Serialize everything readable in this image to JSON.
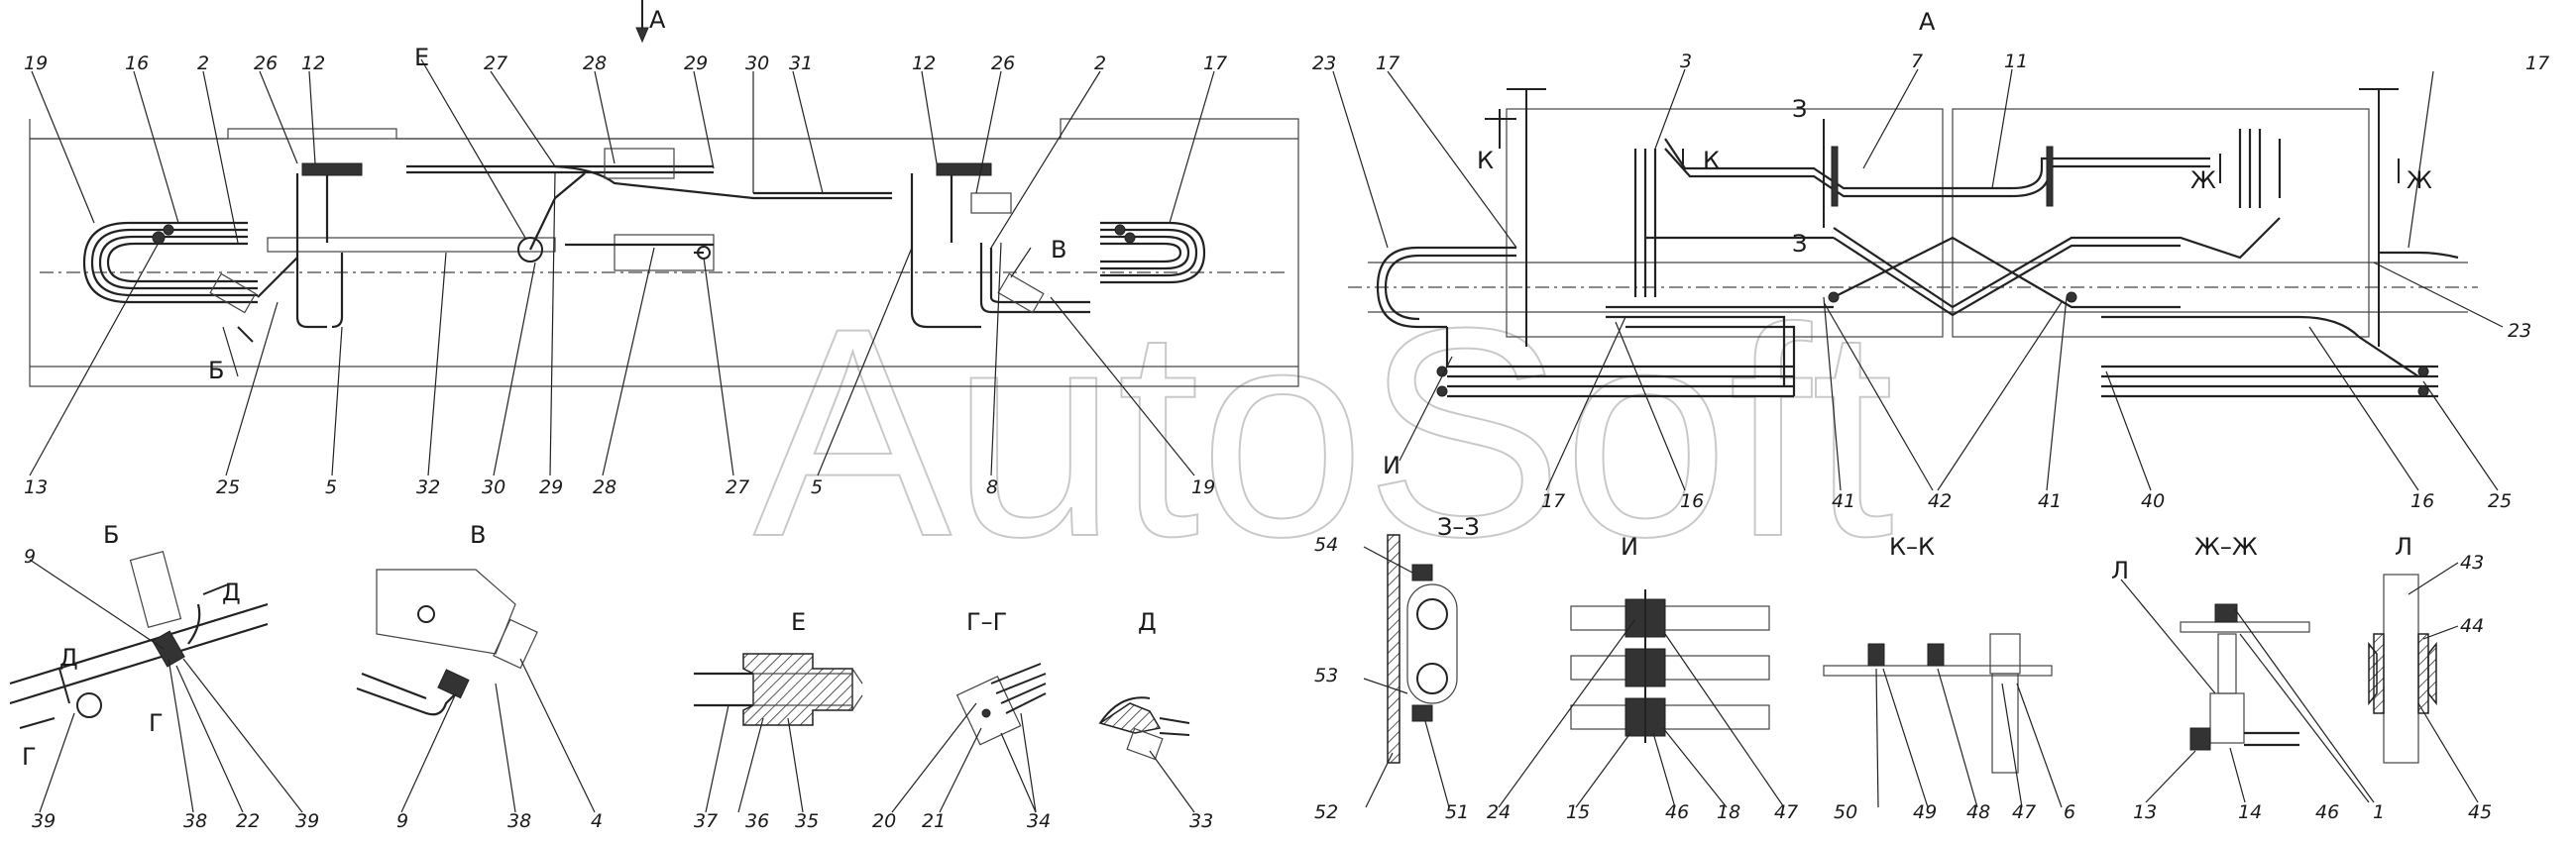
{
  "watermark": "AutoSoft",
  "main_view_arrow": "А",
  "plan_view_title": "А",
  "callouts_side": [
    "19",
    "16",
    "2",
    "26",
    "12",
    "Е",
    "27",
    "28",
    "29",
    "30",
    "31",
    "12",
    "26",
    "2",
    "17",
    "В",
    "Б",
    "13",
    "25",
    "5",
    "32",
    "30",
    "29",
    "28",
    "27",
    "5",
    "8",
    "19"
  ],
  "callouts_plan": [
    "23",
    "17",
    "3",
    "7",
    "11",
    "17",
    "К",
    "К",
    "З",
    "З",
    "Ж",
    "Ж",
    "И",
    "17",
    "16",
    "41",
    "42",
    "41",
    "40",
    "16",
    "25",
    "23"
  ],
  "detail_titles": [
    "Б",
    "В",
    "Е",
    "Г–Г",
    "Д",
    "З–З",
    "И",
    "К–К",
    "Ж–Ж",
    "Л"
  ],
  "callouts_details": [
    "9",
    "Д",
    "Д",
    "Г",
    "Г",
    "39",
    "38",
    "22",
    "39",
    "9",
    "38",
    "4",
    "37",
    "36",
    "35",
    "20",
    "21",
    "34",
    "33",
    "54",
    "53",
    "52",
    "51",
    "24",
    "15",
    "46",
    "18",
    "47",
    "50",
    "49",
    "48",
    "47",
    "6",
    "Л",
    "13",
    "14",
    "46",
    "1",
    "43",
    "44",
    "45"
  ]
}
